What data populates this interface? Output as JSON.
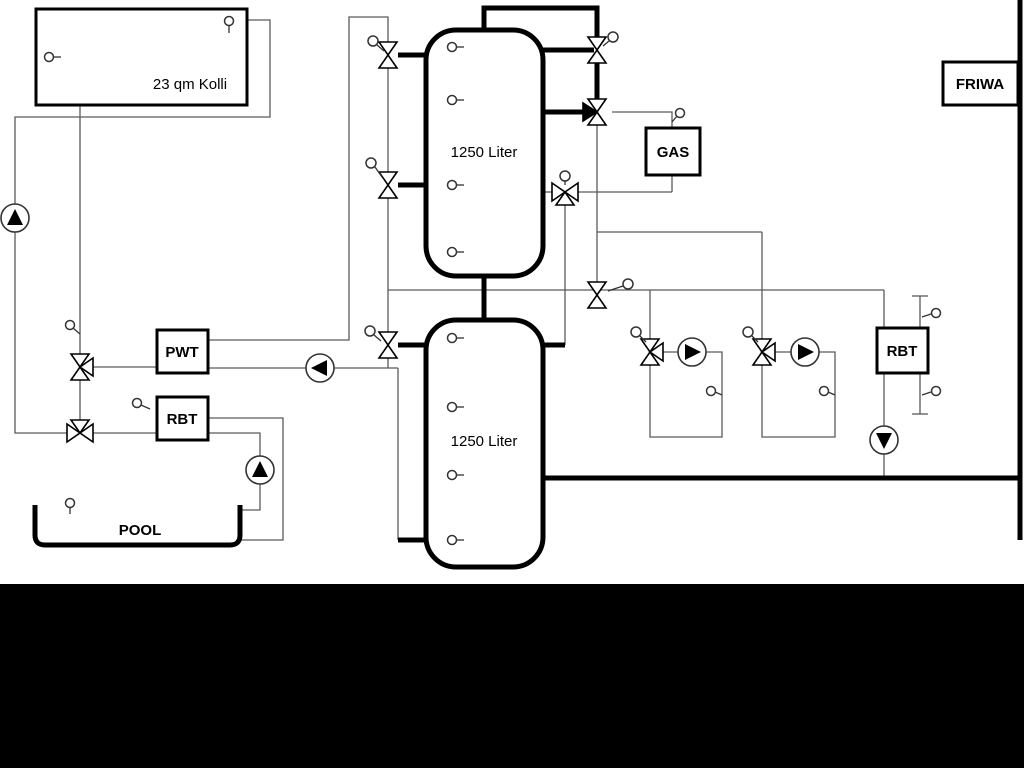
{
  "labels": {
    "collector": "23 qm Kolli",
    "tank1": "1250 Liter",
    "tank2": "1250 Liter",
    "pwt": "PWT",
    "rbt_left": "RBT",
    "gas": "GAS",
    "rbt_right": "RBT",
    "friwa": "FRIWA",
    "pool": "POOL"
  },
  "colors": {
    "background": "#ffffff",
    "pipe": "#000000",
    "thin_line": "#5a5a5a",
    "bottom_panel": "#000000"
  },
  "components": {
    "tanks": [
      "buffer-tank-1",
      "buffer-tank-2"
    ],
    "pumps": [
      "solar-pump",
      "pool-pump",
      "pwt-pump",
      "circuit1-pump",
      "circuit2-pump",
      "rbt-pump"
    ],
    "valves": [
      "pool-valve-upper",
      "pool-valve-lower",
      "tank1-top-valve",
      "tank1-mid-valve",
      "tank2-valve",
      "header-valve",
      "gas-valve",
      "boiler-valve",
      "distributor-valve",
      "circuit1-valve",
      "circuit2-valve"
    ]
  }
}
